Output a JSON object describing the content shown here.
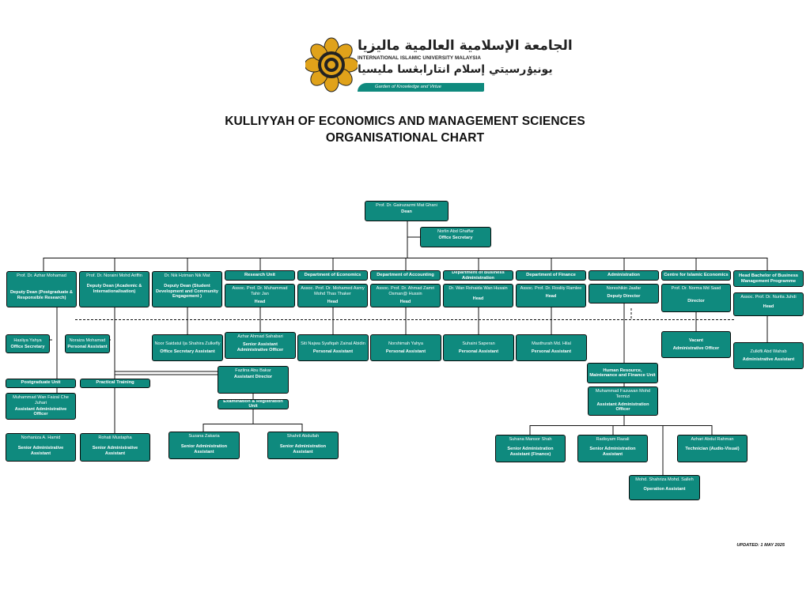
{
  "header": {
    "logo_arabic": "الجامعة الإسلامية العالمية ماليزيا",
    "logo_english": "INTERNATIONAL ISLAMIC UNIVERSITY MALAYSIA",
    "logo_jawi": "يونيۏرسيتي إسلام انتارابڠسا مليسيا",
    "logo_motto": "Garden of Knowledge and Virtue",
    "title_line1": "KULLIYYAH OF ECONOMICS AND MANAGEMENT SCIENCES",
    "title_line2": "ORGANISATIONAL CHART"
  },
  "colors": {
    "box_fill": "#0f8a7e",
    "box_border": "#0a0a0a",
    "logo_gold": "#e0a21a"
  },
  "boxes": {
    "dean": {
      "name": "Prof. Dr. Gairuzazmi Mat Ghani",
      "title": "Dean"
    },
    "office_sec": {
      "name": "Norlin Abd Ghaffar",
      "title": "Office Secretary"
    },
    "dd_pg": {
      "name": "Prof. Dr. Azhar Mohamad",
      "title": "Deputy Dean (Postgraduate & Responsible Research)"
    },
    "dd_ai": {
      "name": "Prof. Dr. Noraini Mohd Ariffin",
      "title": "Deputy Dean (Academic & Internationalisation)"
    },
    "dd_sd": {
      "name": "Dr. Nik Hziman Nik Mat",
      "title": "Deputy Dean (Student Development and Community Engagement )"
    },
    "research_hd": "Research Unit",
    "research": {
      "name": "Assoc. Prof. Dr. Muhammad Tahir Jan",
      "title": "Head"
    },
    "econ_hd": "Department of Economics",
    "econ": {
      "name": "Assoc. Prof. Dr. Mohamed Asmy Mohd Thas Thaker",
      "title": "Head"
    },
    "acc_hd": "Department of Accounting",
    "acc": {
      "name": "Assoc. Prof. Dr. Ahmad Zamri Osman@ Hussin",
      "title": "Head"
    },
    "ba_hd": "Department of Business Administration",
    "ba": {
      "name": "Dr. Wan Rohaida Wan Husain",
      "title": "Head"
    },
    "fin_hd": "Department of Finance",
    "fin": {
      "name": "Assoc. Prof. Dr. Rosliiy Ramlee",
      "title": "Head"
    },
    "admin_hd": "Administration",
    "admin": {
      "name": "Noreshikin Jaafar",
      "title": "Deputy Director"
    },
    "cie_hd": "Centre for Islamic Economics",
    "cie": {
      "name": "Prof. Dr. Norma Md Saad",
      "title": "Director"
    },
    "hbbp_hd": "Head Bachelor of Business Management Programme",
    "hbbp": {
      "name": "Assoc. Prof. Dr. Nurita Juhdi",
      "title": "Head"
    },
    "haslina": {
      "name": "Hasliya Yahya",
      "title": "Office Secretary"
    },
    "noraiza": {
      "name": "Noraiza Mohamad",
      "title": "Personal Assistant"
    },
    "noor": {
      "name": "Noor Saidatul Ija Shahira Zulkefly",
      "title": "Office Secretary Assistant"
    },
    "azhar_s": {
      "name": "Azhar Ahmad Sahabari",
      "title": "Senior Assistant Administrative Officer"
    },
    "siti": {
      "name": "Siti Najwa Syafiqah Zainal Abidin",
      "title": "Personal Assistant"
    },
    "norshimah": {
      "name": "Norshimah Yahya",
      "title": "Personal Assistant"
    },
    "suhaini": {
      "name": "Suhaini Saperan",
      "title": "Personal Assistant"
    },
    "masthurah": {
      "name": "Masthurah Md. Hilal",
      "title": "Personal Assistant"
    },
    "vacant": {
      "name": "Vacant",
      "title": "Administrative Officer"
    },
    "zulkifli": {
      "name": "Zulkifli Abd Wahab",
      "title": "Administrative Assistant"
    },
    "pg_unit": "Postgraduate Unit",
    "pt": "Practical Training",
    "fazlina": {
      "name": "Fazlina Abu Bakar",
      "title": "Assistant Director"
    },
    "exam": "Examination & Registration Unit",
    "hr_unit": "Human Resource, Maintenance and Finance Unit",
    "muhammad_w": {
      "name": "Muhammad Wan Faizal Che Juhari",
      "title": "Assistant Administrative Officer"
    },
    "muhammad_f": {
      "name": "Muhammad Fazuwan Mohd Termizi",
      "title": "Assistant Administration Officer"
    },
    "norhaniza": {
      "name": "Norhaniza A. Hamid",
      "title": "Senior Administrative Assistant"
    },
    "rohati": {
      "name": "Rohati Mustapha",
      "title": "Senior Administrative Assistant"
    },
    "suzana": {
      "name": "Suzana Zakaria",
      "title": "Senior Administration Assistant"
    },
    "shahril": {
      "name": "Shahril Abdullah",
      "title": "Senior Administration Assistant"
    },
    "suhana": {
      "name": "Suhana Mansor Shah",
      "title": "Senior Administration Assistant (Finance)"
    },
    "radisyam": {
      "name": "Radisyam Razali",
      "title": "Senior Administration Assistant"
    },
    "azhari": {
      "name": "Azhari Abdul Rahman",
      "title": "Technician (Audio-Visual)"
    },
    "shahriza": {
      "name": "Mohd. Shahriza Mohd. Salleh",
      "title": "Operation Assistant"
    }
  },
  "footer": {
    "updated": "UPDATED: 1 MAY 2025"
  }
}
